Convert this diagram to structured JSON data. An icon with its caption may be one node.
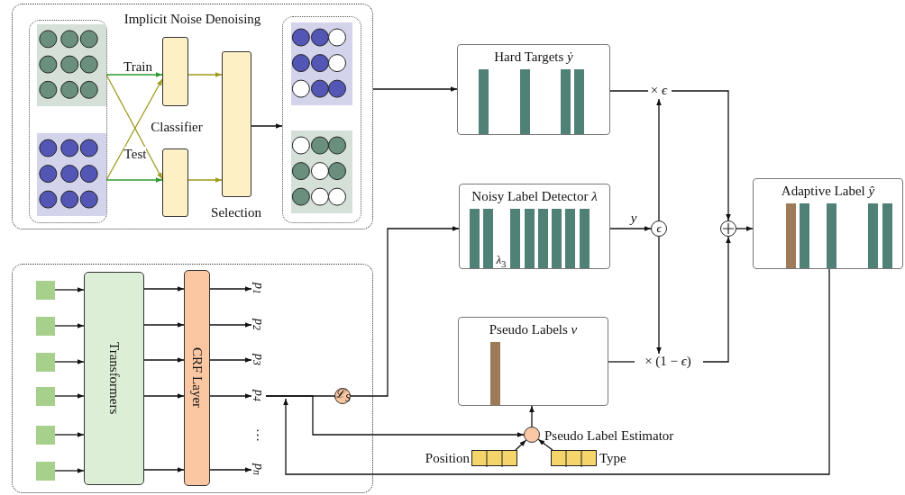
{
  "diagram": {
    "nodes": [
      {
        "text": [
          "Implicit Noise Denoising"
        ]
      },
      {
        "text": [],
        "shape": "box",
        "in": 0
      },
      {
        "text": [],
        "shape": "box",
        "in": 1
      },
      {
        "text": [],
        "shape": "box",
        "in": 1
      },
      {
        "text": [],
        "shape": "box",
        "in": 0
      },
      {
        "text": [],
        "shape": "box",
        "in": 0
      },
      {
        "text": [],
        "shape": "box",
        "in": 0,
        "beside": [
          "Selection"
        ]
      },
      {
        "text": [],
        "shape": "box",
        "in": 0
      },
      {
        "text": [],
        "shape": "box",
        "in": 7
      },
      {
        "text": [],
        "shape": "box",
        "in": 7
      },
      {
        "text": [
          "Hard Targets *ẏ*"
        ]
      },
      {
        "text": [
          "Noisy Label Detector *λ*"
        ]
      },
      {
        "text": [
          "Pseudo Labels *v*"
        ]
      },
      {
        "text": [
          "Adaptive Label *ŷ*"
        ]
      },
      {
        "text": [
          "ϵ"
        ]
      },
      {
        "text": [],
        "shape": "circle"
      },
      {
        "text": [
          "× *ϵ*"
        ]
      },
      {
        "text": [
          "× (1 − *ϵ*)"
        ]
      },
      {
        "text": [],
        "shape": "box"
      },
      {
        "text": [],
        "shape": "box",
        "in": 18
      },
      {
        "text": [],
        "shape": "box",
        "in": 18
      },
      {
        "text": [],
        "shape": "box",
        "in": 18
      },
      {
        "text": [],
        "shape": "box",
        "in": 18
      },
      {
        "text": [],
        "shape": "box",
        "in": 18
      },
      {
        "text": [],
        "shape": "box",
        "in": 18
      },
      {
        "text": [
          "Transformers"
        ],
        "in": 18
      },
      {
        "text": [
          "CRF Layer"
        ],
        "in": 18
      },
      {
        "text": [
          "p$_{1}$"
        ],
        "in": 18
      },
      {
        "text": [
          "p$_{2}$"
        ],
        "in": 18
      },
      {
        "text": [
          "p$_{3}$"
        ],
        "in": 18
      },
      {
        "text": [
          "p$_{4}$"
        ],
        "in": 18
      },
      {
        "text": [
          "p$_{n}$"
        ],
        "in": 18
      },
      {
        "text": [
          "ℒ$_{S}$"
        ],
        "in": 18
      },
      {
        "text": [],
        "shape": "circle",
        "beside": [
          "Pseudo Label Estimator"
        ]
      },
      {
        "text": [],
        "shape": "box",
        "beside": [
          "Position"
        ]
      },
      {
        "text": [],
        "shape": "box",
        "beside": [
          "Type"
        ]
      }
    ],
    "edges": [
      {
        "from": 2,
        "to": 4,
        "arrow": "to",
        "label": "Train",
        "color": "#2e9a2e"
      },
      {
        "from": 2,
        "to": 5,
        "arrow": "to",
        "color": "#a09a1e"
      },
      {
        "from": 3,
        "to": 4,
        "arrow": "to",
        "label": "Test",
        "color": "#a09a1e"
      },
      {
        "from": 3,
        "to": 5,
        "arrow": "to",
        "color": "#2e9a2e"
      },
      {
        "from": 4,
        "to": 6,
        "arrow": "to",
        "color": "#a09a1e"
      },
      {
        "from": 5,
        "to": 6,
        "arrow": "to",
        "color": "#a09a1e"
      },
      {
        "from": 6,
        "to": 7,
        "arrow": "to"
      },
      {
        "from": 0,
        "to": 10,
        "arrow": "to"
      },
      {
        "from": 19,
        "to": 25,
        "arrow": "to"
      },
      {
        "from": 20,
        "to": 25,
        "arrow": "to"
      },
      {
        "from": 21,
        "to": 25,
        "arrow": "to"
      },
      {
        "from": 22,
        "to": 25,
        "arrow": "to"
      },
      {
        "from": 23,
        "to": 25,
        "arrow": "to"
      },
      {
        "from": 24,
        "to": 25,
        "arrow": "to"
      },
      {
        "from": 25,
        "to": 26,
        "arrow": "to"
      },
      {
        "from": 25,
        "to": 26,
        "arrow": "to"
      },
      {
        "from": 25,
        "to": 26,
        "arrow": "to"
      },
      {
        "from": 25,
        "to": 26,
        "arrow": "to"
      },
      {
        "from": 25,
        "to": 26,
        "arrow": "to"
      },
      {
        "from": 26,
        "to": 27,
        "arrow": "to"
      },
      {
        "from": 26,
        "to": 28,
        "arrow": "to"
      },
      {
        "from": 26,
        "to": 29,
        "arrow": "to"
      },
      {
        "from": 26,
        "to": 30,
        "arrow": "to"
      },
      {
        "from": 26,
        "to": 31,
        "arrow": "to"
      },
      {
        "from": 30,
        "to": 32,
        "arrow": "none"
      },
      {
        "from": 32,
        "to": 11,
        "arrow": "to"
      },
      {
        "from": 30,
        "to": 33,
        "arrow": "to"
      },
      {
        "from": 33,
        "to": 12,
        "arrow": "to"
      },
      {
        "from": 34,
        "to": 33,
        "arrow": "to"
      },
      {
        "from": 35,
        "to": 33,
        "arrow": "to"
      },
      {
        "from": 11,
        "to": 14,
        "arrow": "to",
        "label": "y"
      },
      {
        "from": 10,
        "to": 16,
        "arrow": "none"
      },
      {
        "from": 14,
        "to": 16,
        "arrow": "to"
      },
      {
        "from": 16,
        "to": 15,
        "arrow": "to"
      },
      {
        "from": 12,
        "to": 17,
        "arrow": "none"
      },
      {
        "from": 14,
        "to": 17,
        "arrow": "to"
      },
      {
        "from": 17,
        "to": 15,
        "arrow": "to"
      },
      {
        "from": 15,
        "to": 13,
        "arrow": "to"
      },
      {
        "from": 13,
        "to": 30,
        "arrow": "to"
      }
    ],
    "labels": [
      "Classifier",
      "…",
      "*λ*$_{3}$"
    ]
  }
}
